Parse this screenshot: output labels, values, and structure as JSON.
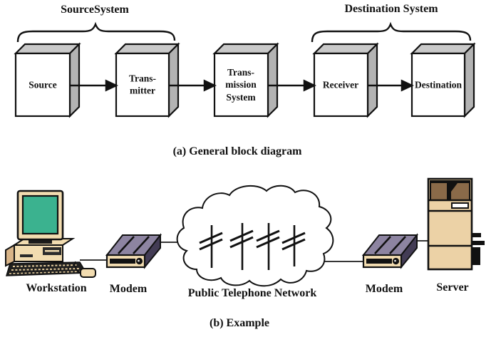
{
  "figure": {
    "part_a": {
      "caption": "(a) General block diagram",
      "source_system_label": "SourceSystem",
      "destination_system_label": "Destination System",
      "blocks": [
        {
          "label": "Source"
        },
        {
          "label": "Trans-\nmitter"
        },
        {
          "label": "Trans-\nmission\nSystem"
        },
        {
          "label": "Receiver"
        },
        {
          "label": "Destination"
        }
      ]
    },
    "part_b": {
      "caption": "(b) Example",
      "nodes": [
        {
          "label": "Workstation"
        },
        {
          "label": "Modem"
        },
        {
          "label": "Public Telephone Network"
        },
        {
          "label": "Modem"
        },
        {
          "label": "Server"
        }
      ]
    }
  },
  "colors": {
    "screen_teal": "#3bb28f",
    "case_beige": "#f2dcb0",
    "case_tan": "#d8b488",
    "modem_top_purple": "#8d84a1",
    "modem_side_dark": "#433c55",
    "server_body_beige": "#ecd2a6",
    "server_brown": "#8a6a49",
    "box_top_gray": "#c9c9c9",
    "box_side_gray": "#b3b3b3",
    "ink": "#111111"
  }
}
